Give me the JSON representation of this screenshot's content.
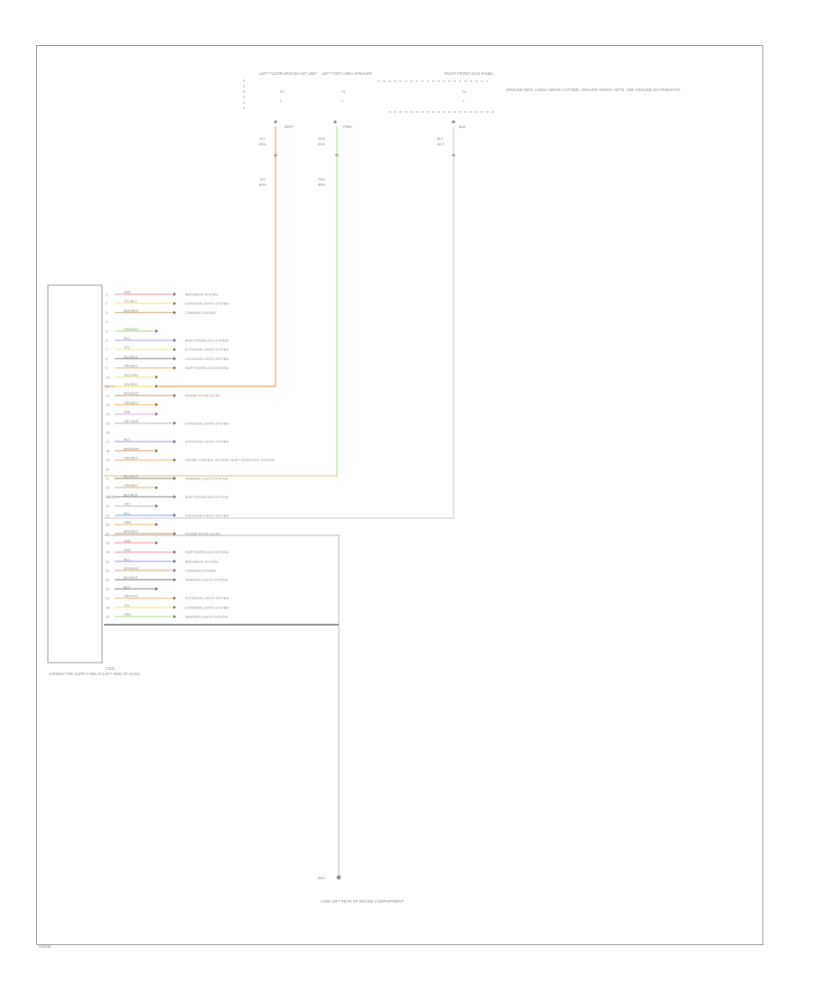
{
  "footer_code": "W3049",
  "top_components": [
    {
      "name": "LEFT FLOOR BROADCAST UNIT",
      "connector": "F5",
      "pin": "1",
      "wire": "WHT"
    },
    {
      "name": "LEFT FOOT AREA SPEAKER",
      "connector": "F2",
      "pin": "1",
      "wire": "PINK"
    },
    {
      "name": "RIGHT FRONT KICK PANEL",
      "connector": "F3",
      "pin": "1",
      "wire": "BLK"
    }
  ],
  "right_note": "GROUND INFO, CABLE ABOVE OUTSIDE, GROUND WIRING NOTE, SEE GROUND DISTRIBUTION",
  "vertical_labels": {
    "left": [
      "YEL",
      "BRN",
      "YEL",
      "BRN"
    ],
    "mid": [
      "PINK",
      "BRN",
      "PINK",
      "BRN"
    ],
    "right": [
      "BLK",
      "WHT"
    ]
  },
  "module": {
    "name": "CONNECTOR SUPPLY RELAY LEFT SIDE OF DASH",
    "top_label": "C400",
    "bottom_label": "C401",
    "wires": [
      {
        "pin": "1",
        "color": "RED",
        "target": "ABS BRAKE SYSTEM"
      },
      {
        "pin": "2",
        "color": "YEL/BLU",
        "target": "EXTERIOR LIGHTS SYSTEM"
      },
      {
        "pin": "3",
        "color": "BRN/RED",
        "target": "COMPASS SYSTEM"
      },
      {
        "pin": "4",
        "color": "",
        "target": ""
      },
      {
        "pin": "5",
        "color": "GRN/WHT",
        "target": ""
      },
      {
        "pin": "6",
        "color": "BLU",
        "target": "SHIFT INTERLOCK SYSTEM"
      },
      {
        "pin": "7",
        "color": "YEL",
        "target": "EXTERIOR LIGHTS SYSTEM"
      },
      {
        "pin": "8",
        "color": "BLK/RED",
        "target": "EXTERIOR LIGHTS SYSTEM"
      },
      {
        "pin": "9",
        "color": "ORN/BLK",
        "target": "SHIFT INTERLOCK SYSTEM"
      },
      {
        "pin": "10",
        "color": "YEL/ORN",
        "target": ""
      },
      {
        "pin": "11",
        "color": "YEL/RED",
        "target": ""
      },
      {
        "pin": "12",
        "color": "BRN/WHT",
        "target": "POWER DOOR LOCKS"
      },
      {
        "pin": "13",
        "color": "ORN/BLU",
        "target": ""
      },
      {
        "pin": "14",
        "color": "PNK",
        "target": ""
      },
      {
        "pin": "15",
        "color": "GRY/WHT",
        "target": "EXTERIOR LIGHTS SYSTEM"
      },
      {
        "pin": "16",
        "color": "",
        "target": ""
      },
      {
        "pin": "17",
        "color": "BLU",
        "target": "EXTERIOR LIGHTS SYSTEM"
      },
      {
        "pin": "18",
        "color": "BRN/ORN",
        "target": ""
      },
      {
        "pin": "19",
        "color": "ORN/BLK",
        "target": "CRUISE CONTROL SYSTEM / SHIFT INTERLOCK SYSTEM"
      },
      {
        "pin": "20",
        "color": "",
        "target": ""
      },
      {
        "pin": "21",
        "color": "BLK/WHT",
        "target": "WARNING LIGHTS SYSTEM"
      },
      {
        "pin": "22",
        "color": "ORN/BLK",
        "target": ""
      },
      {
        "pin": "23",
        "color": "BLK/RED",
        "target": "SHIFT INTERLOCK SYSTEM"
      },
      {
        "pin": "24",
        "color": "GRY",
        "target": ""
      },
      {
        "pin": "25",
        "color": "BLU",
        "target": "EXTERIOR LIGHTS SYSTEM"
      },
      {
        "pin": "26",
        "color": "ORN",
        "target": ""
      },
      {
        "pin": "27",
        "color": "BRN/RED",
        "target": "POWER DOOR LOCKS"
      },
      {
        "pin": "28",
        "color": "RED",
        "target": ""
      },
      {
        "pin": "29",
        "color": "RED",
        "target": "SHIFT INTERLOCK SYSTEM"
      },
      {
        "pin": "30",
        "color": "BLU",
        "target": "ABS BRAKE SYSTEM"
      },
      {
        "pin": "31",
        "color": "BRN/WHT",
        "target": "COMPASS SYSTEM"
      },
      {
        "pin": "32",
        "color": "BLK/WHT",
        "target": "WARNING LIGHTS SYSTEM"
      },
      {
        "pin": "33",
        "color": "BLK",
        "target": ""
      },
      {
        "pin": "34",
        "color": "ORN/YEL",
        "target": "EXTERIOR LIGHTS SYSTEM"
      },
      {
        "pin": "35",
        "color": "YEL",
        "target": "EXTERIOR LIGHTS SYSTEM"
      },
      {
        "pin": "36",
        "color": "GRN",
        "target": "WARNING LIGHTS SYSTEM"
      }
    ]
  },
  "ground": {
    "wire": "BLK",
    "label": "G300 LEFT REAR OF ENGINE COMPARTMENT"
  },
  "colors": {
    "frame": "#9a9a9a",
    "text": "#8c8c8c",
    "yellow_wire": "#f2a46a",
    "green_wire": "#b9e59a",
    "gray_wire": "#b7b7b7",
    "dark_wire": "#6b6b6b"
  }
}
